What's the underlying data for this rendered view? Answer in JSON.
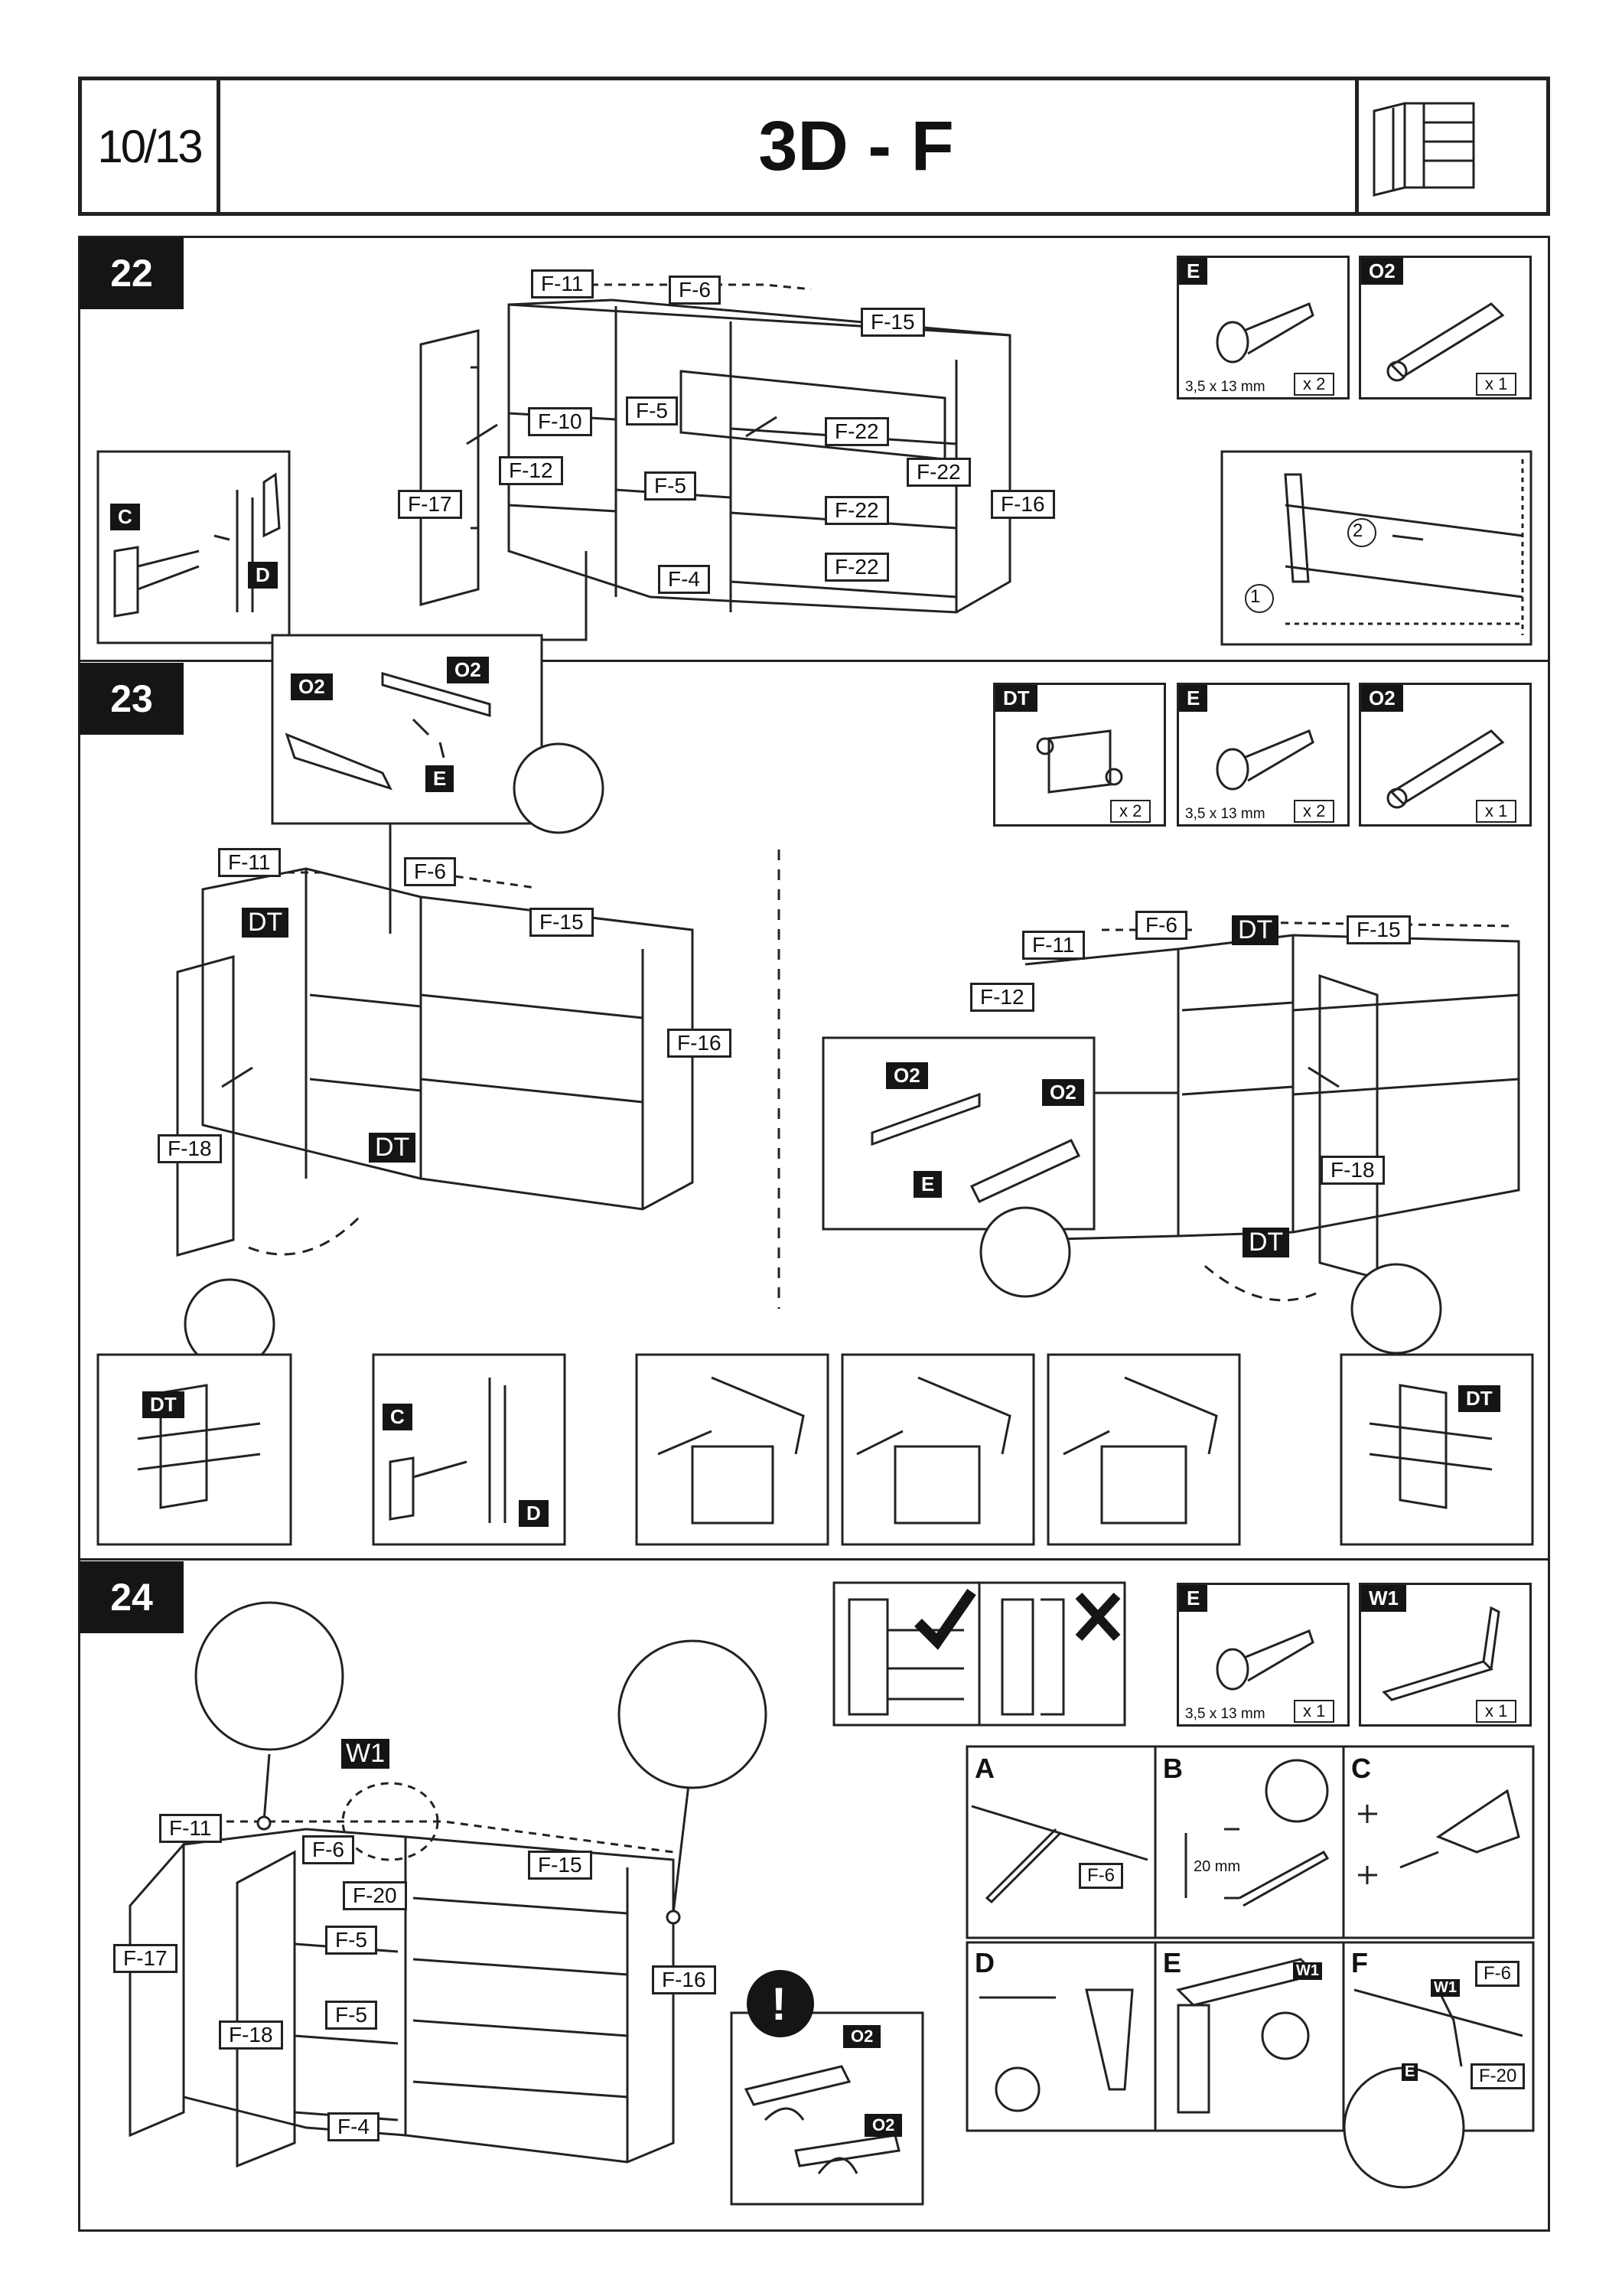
{
  "header": {
    "page": "10/13",
    "title": "3D - F",
    "icon": "dresser-icon"
  },
  "steps": [
    "22",
    "23",
    "24"
  ],
  "labels": {
    "f11": "F-11",
    "f6": "F-6",
    "f15": "F-15",
    "f10": "F-10",
    "f5": "F-5",
    "f12": "F-12",
    "f17": "F-17",
    "f4": "F-4",
    "f22": "F-22",
    "f16": "F-16",
    "f18": "F-18",
    "f20": "F-20",
    "c": "C",
    "d": "D",
    "dt": "DT",
    "e": "E",
    "o2": "O2",
    "w1": "W1",
    "n1": "1",
    "n2": "2",
    "mm20": "20 mm",
    "excl": "!",
    "A": "A",
    "B": "B",
    "Cc": "C",
    "Dd": "D",
    "Ee": "E",
    "F": "F"
  },
  "parts": {
    "e22": {
      "tag": "E",
      "size": "3,5 x 13 mm",
      "qty": "x 2"
    },
    "o222": {
      "tag": "O2",
      "qty": "x 1"
    },
    "dt23": {
      "tag": "DT",
      "qty": "x 2"
    },
    "e23": {
      "tag": "E",
      "size": "3,5 x 13 mm",
      "qty": "x 2"
    },
    "o223": {
      "tag": "O2",
      "qty": "x 1"
    },
    "e24": {
      "tag": "E",
      "size": "3,5 x 13 mm",
      "qty": "x 1"
    },
    "w124": {
      "tag": "W1",
      "qty": "x 1"
    }
  }
}
